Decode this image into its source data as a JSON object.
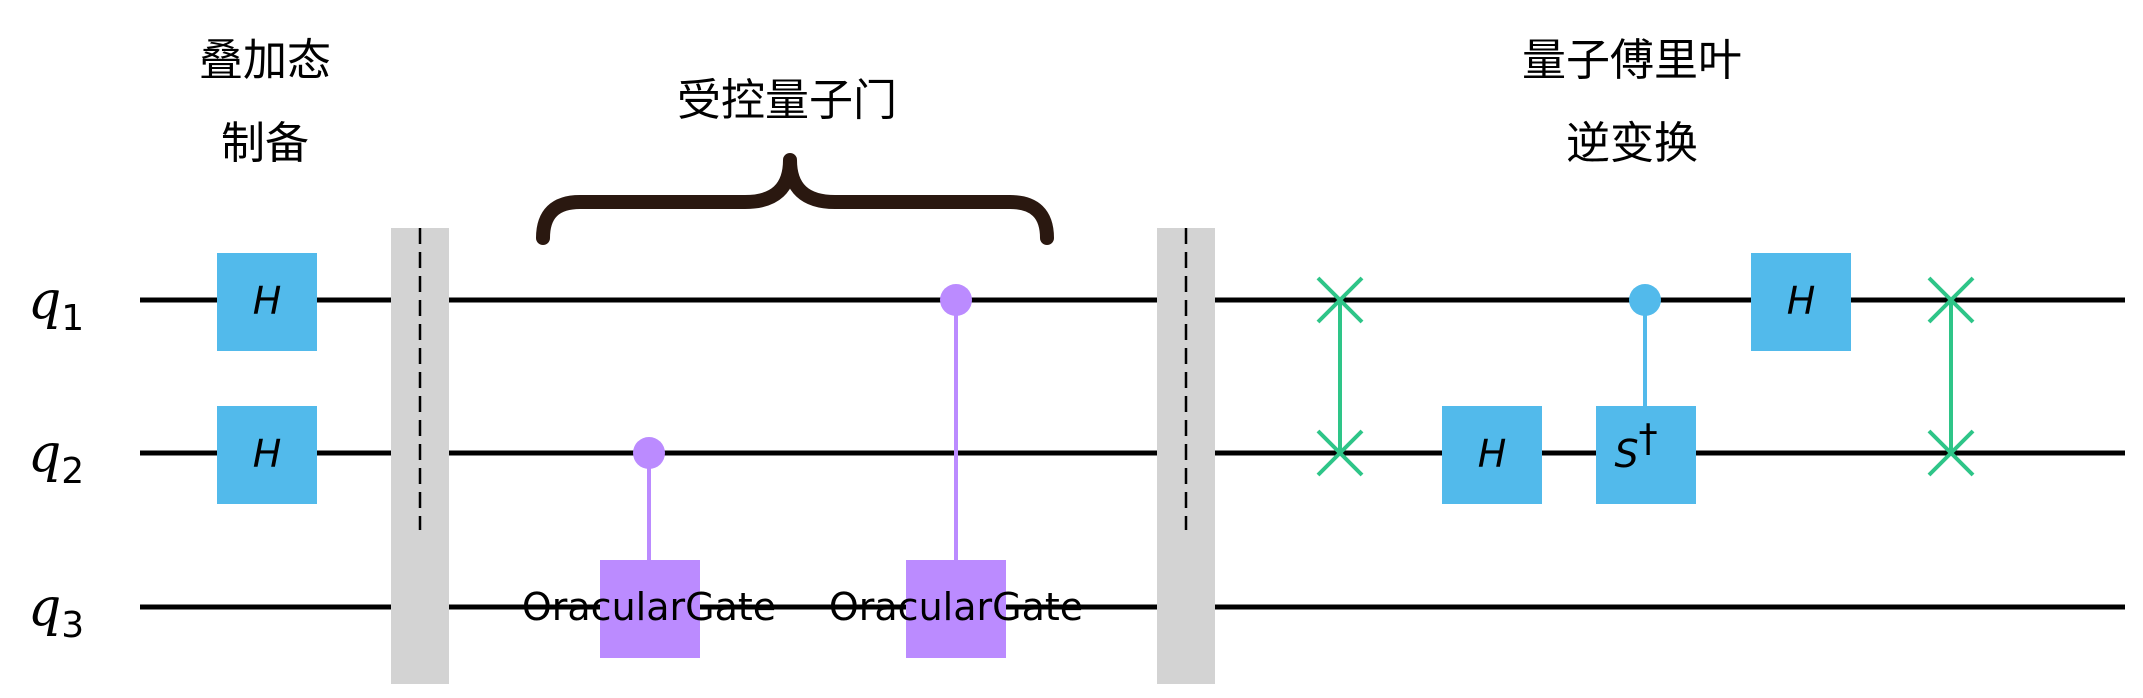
{
  "colors": {
    "h_gate": "#52BAEB",
    "oracle_gate": "#BB8BFF",
    "swap": "#2EC588",
    "controlled_s": "#52BAEB",
    "barrier": "#D3D3D3",
    "brace": "#2A1810"
  },
  "qubits": [
    {
      "name": "q",
      "index": "1"
    },
    {
      "name": "q",
      "index": "2"
    },
    {
      "name": "q",
      "index": "3"
    }
  ],
  "annotations": {
    "superposition_line1": "叠加态",
    "superposition_line2": "制备",
    "controlled_gates": "受控量子门",
    "iqft_line1": "量子傅里叶",
    "iqft_line2": "逆变换"
  },
  "gates": {
    "h_label": "H",
    "oracle_label": "OracularGate",
    "sdg_label": "S",
    "sdg_dagger": "†"
  },
  "circuit": [
    {
      "type": "H",
      "qubit": 0,
      "step": 0
    },
    {
      "type": "H",
      "qubit": 1,
      "step": 0
    },
    {
      "type": "barrier",
      "step": 1
    },
    {
      "type": "controlled-oracle",
      "control": 1,
      "target": 2,
      "step": 2
    },
    {
      "type": "controlled-oracle",
      "control": 0,
      "target": 2,
      "step": 3
    },
    {
      "type": "barrier",
      "step": 4
    },
    {
      "type": "swap",
      "qubits": [
        0,
        1
      ],
      "step": 5
    },
    {
      "type": "H",
      "qubit": 1,
      "step": 6
    },
    {
      "type": "controlled-Sdg",
      "control": 0,
      "target": 1,
      "step": 7
    },
    {
      "type": "H",
      "qubit": 0,
      "step": 8
    },
    {
      "type": "swap",
      "qubits": [
        0,
        1
      ],
      "step": 9
    }
  ]
}
